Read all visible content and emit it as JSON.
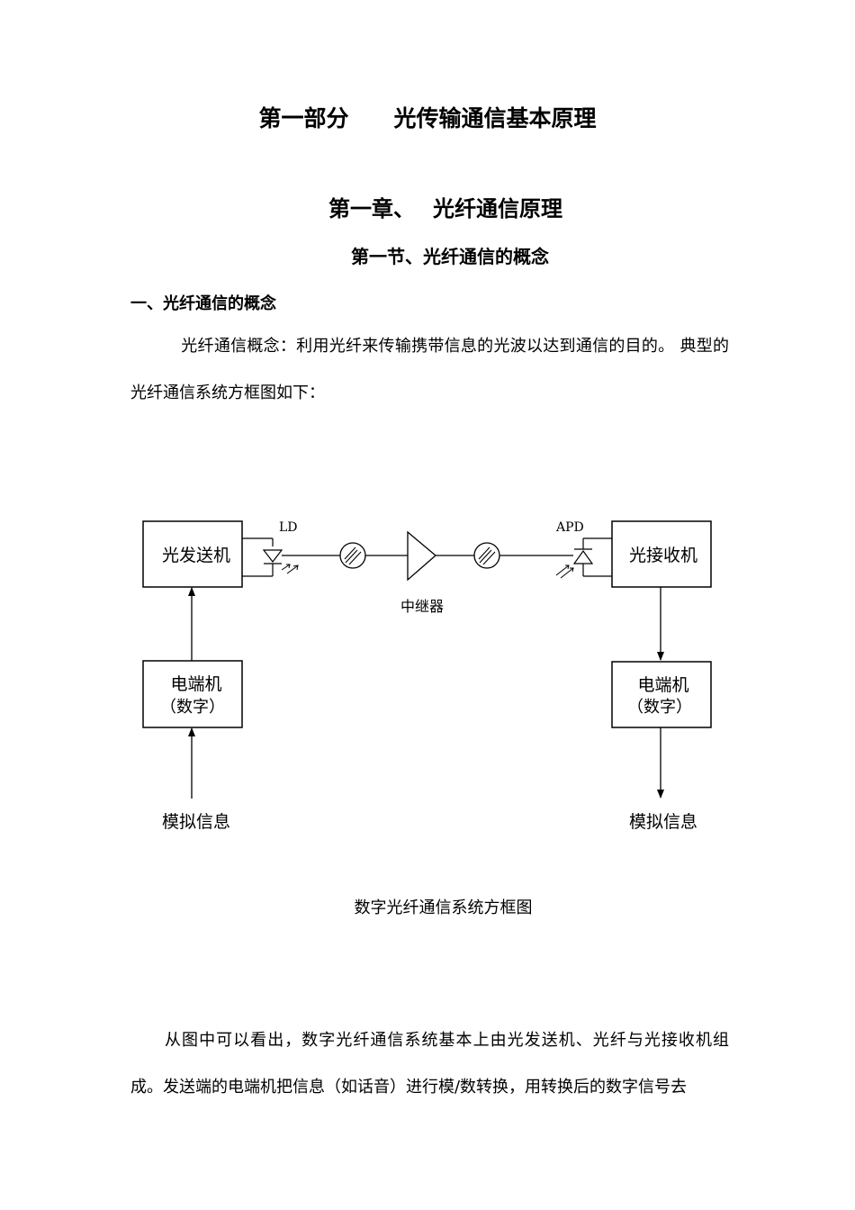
{
  "part_title": {
    "left": "第一部分",
    "right": "光传输通信基本原理"
  },
  "chapter_title": {
    "left": "第一章、",
    "right": "光纤通信原理"
  },
  "section_title": "第一节、光纤通信的概念",
  "subsection_title": "一、光纤通信的概念",
  "paragraph1": "光纤通信概念：利用光纤来传输携带信息的光波以达到通信的目的。 典型的光纤通信系统方框图如下：",
  "diagram": {
    "transmitter": "光发送机",
    "receiver": "光接收机",
    "ld_label": "LD",
    "apd_label": "APD",
    "repeater_label": "中继器",
    "terminal_left_line1": "电端机",
    "terminal_left_line2": "（数字）",
    "terminal_right_line1": "电端机",
    "terminal_right_line2": "（数字）",
    "input_label": "模拟信息",
    "output_label": "模拟信息"
  },
  "figure_caption": "数字光纤通信系统方框图",
  "paragraph2": "从图中可以看出，数字光纤通信系统基本上由光发送机、光纤与光接收机组成。发送端的电端机把信息（如话音）进行模/数转换，用转换后的数字信号去"
}
